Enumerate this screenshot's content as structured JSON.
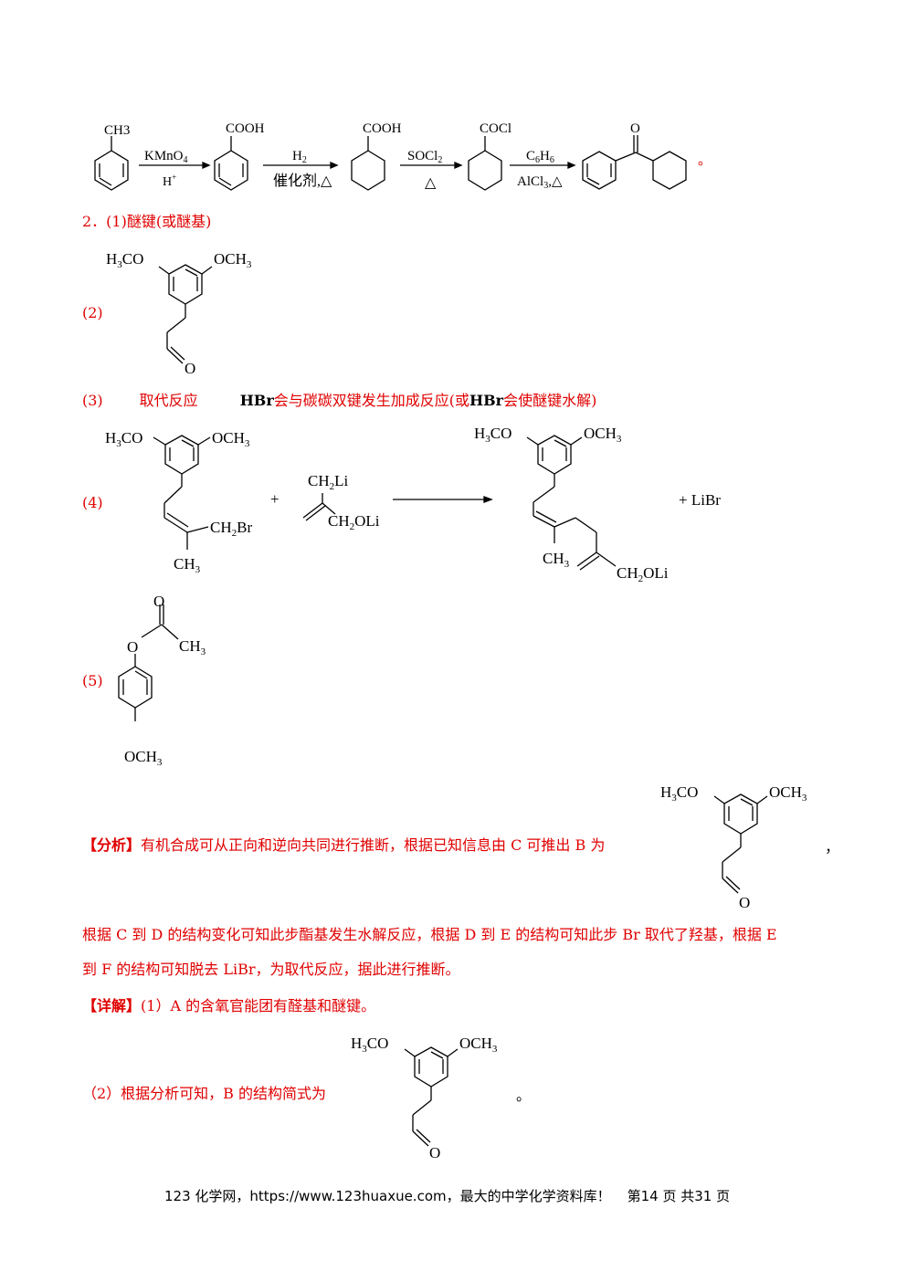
{
  "reaction_scheme": {
    "s1": "CH3",
    "r1_top": "KMnO4",
    "r1_bottom": "H+",
    "s2": "COOH",
    "r2_top": "H2",
    "r2_bottom": "催化剂,△",
    "s3": "COOH",
    "r3_top": "SOCl2",
    "r3_bottom": "△",
    "s4": "COCl",
    "r4_top": "C6H6",
    "r4_bottom": "AlCl3,△",
    "s5": "O",
    "end_mark": "。"
  },
  "answers": {
    "q1": "2．(1)醚键(或醚基)",
    "q2_label": "(2)",
    "q3_label": "(3)",
    "q3_type": "取代反应",
    "q3_hbr1": "HBr",
    "q3_reason1": "会与碳碳双键发生加成反应(或",
    "q3_hbr2": "HBr",
    "q3_reason2": "会使醚键水解)",
    "q4_label": "(4)",
    "q4_plus": "+",
    "q4_product_extra": "+ LiBr",
    "q5_label": "(5)"
  },
  "labels": {
    "h3co": "H3CO",
    "och3": "OCH3",
    "o": "O",
    "ch2br": "CH2Br",
    "ch3": "CH3",
    "ch2li": "CH2Li",
    "ch2oli": "CH2OLi"
  },
  "analysis": {
    "head": "【分析】",
    "line1": "有机合成可从正向和逆向共同进行推断，根据已知信息由 C 可推出 B 为",
    "line1_end": "，",
    "line2": "根据 C 到 D 的结构变化可知此步酯基发生水解反应，根据 D 到 E 的结构可知此步 Br 取代了羟基，根据 E",
    "line3": "到 F 的结构可知脱去 LiBr，为取代反应，据此进行推断。"
  },
  "detail": {
    "head": "【详解】",
    "line1": "(1）A 的含氧官能团有醛基和醚键。",
    "line2": "（2）根据分析可知，B 的结构简式为",
    "line2_end": "。"
  },
  "footer": {
    "text": "123 化学网，https://www.123huaxue.com，最大的中学化学资料库！",
    "page": "第14 页  共31 页"
  }
}
